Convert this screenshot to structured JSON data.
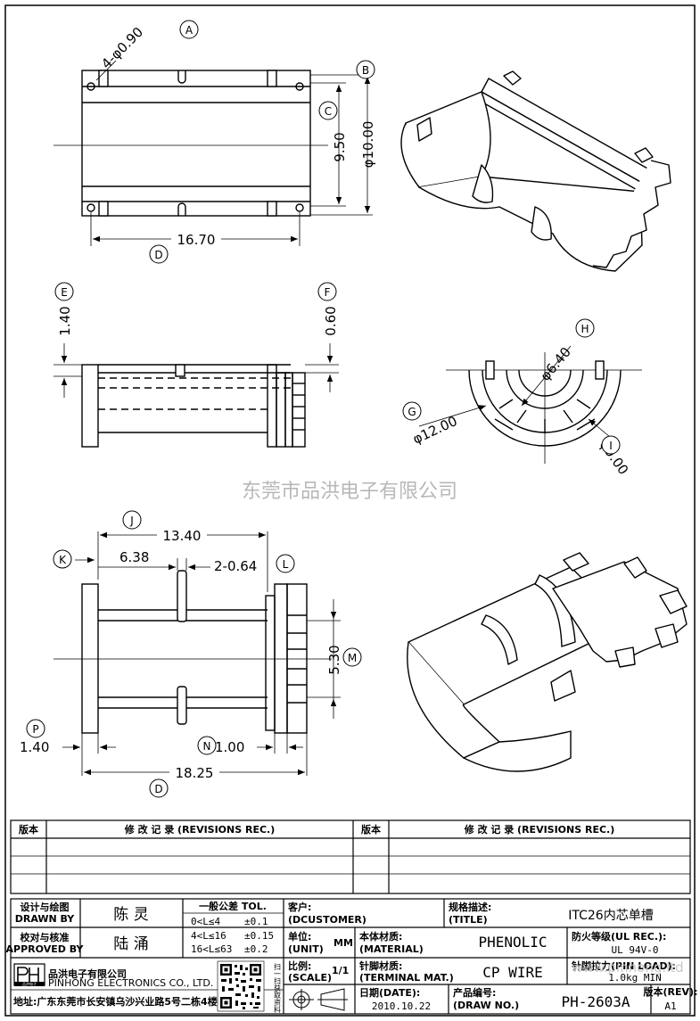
{
  "dims": {
    "holes": "4-φ0.90",
    "height_950": "9.50",
    "dia_1000": "φ10.00",
    "width_1670": "16.70",
    "h_140": "1.40",
    "h_060": "0.60",
    "dia_640": "φ6.40",
    "dia_1200": "φ12.00",
    "dia_900": "φ9.00",
    "len_1340": "13.40",
    "len_638": "6.38",
    "pins": "2-0.64",
    "h_530": "5.30",
    "flange_140": "1.40",
    "gap_100": "1.00",
    "total_1825": "18.25"
  },
  "callouts": [
    "A",
    "B",
    "C",
    "D",
    "E",
    "F",
    "H",
    "G",
    "I",
    "J",
    "K",
    "L",
    "M",
    "P",
    "N",
    "D"
  ],
  "watermark": "东莞市品洪电子有限公司",
  "revisions": {
    "col_ver": "版本",
    "col_rec": "修 改 记 录 (REVISIONS REC.)"
  },
  "title_block": {
    "designed_label": "设计与绘图",
    "drawn_by_label": "DRAWN BY",
    "drawn_by": "陈 灵",
    "checked_label": "校对与核准",
    "approved_label": "APPROVED BY",
    "approved_by": "陆 涌",
    "tol_title": "一般公差 TOL.",
    "tol_rows": [
      {
        "range": "0<L≤4",
        "value": "±0.1"
      },
      {
        "range": "4<L≤16",
        "value": "±0.15"
      },
      {
        "range": "16<L≤63",
        "value": "±0.2"
      }
    ],
    "customer_label": "客户:",
    "customer_en": "(DCUSTOMER)",
    "unit_label": "单位:",
    "unit_en": "(UNIT)",
    "unit": "MM",
    "scale_label": "比例:",
    "scale_en": "(SCALE)",
    "scale": "1/1",
    "title_label": "规格描述:",
    "title_en": "(TITLE)",
    "title": "ITC26内芯单槽",
    "material_label": "本体材质:",
    "material_en": "(MATERIAL)",
    "material": "PHENOLIC",
    "terminal_label": "针脚材质:",
    "terminal_en": "(TERMINAL MAT.)",
    "terminal": "CP WIRE",
    "fire_label": "防火等级(UL REC.):",
    "fire": "UL 94V-0",
    "pin_load_label": "针脚拉力(PIN LOAD):",
    "pin_load": "1.0kg MIN",
    "date_label": "日期(DATE):",
    "date": "2010.10.22",
    "draw_no_label": "产品编号:",
    "draw_no_en": "(DRAW NO.)",
    "draw_no": "PH-2603A",
    "rev_label": "版本(REV):",
    "rev": "A1",
    "company": "品洪电子有限公司",
    "company_en": "PINHONG ELECTRONICS CO., LTD.",
    "logo_sub": "品洪电子",
    "address": "地址:广东东莞市长安镇乌沙兴业路5号二栋4楼",
    "qr_caption": "扫一扫获取资料",
    "site_watermark": "www.pinhong.ltd"
  }
}
